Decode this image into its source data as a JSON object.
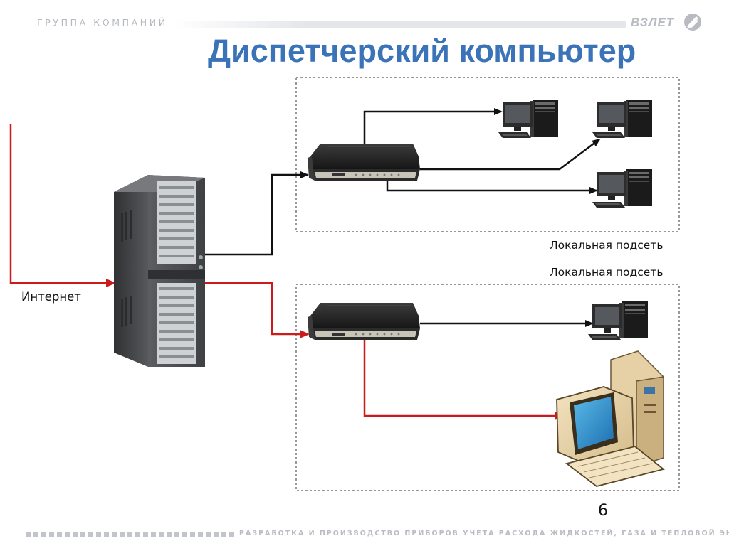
{
  "header": {
    "group_label": "ГРУППА КОМПАНИЙ",
    "brand": "ВЗЛЕТ"
  },
  "title": "Диспетчерский компьютер",
  "labels": {
    "internet": "Интернет",
    "subnet_top": "Локальная подсеть",
    "subnet_bottom": "Локальная подсеть"
  },
  "page_number": "6",
  "footer": {
    "text": "РАЗРАБОТКА И ПРОИЗВОДСТВО ПРИБОРОВ УЧЕТА РАСХОДА ЖИДКОСТЕЙ, ГАЗА И ТЕПЛОВОЙ ЭНЕРГИИ"
  },
  "colors": {
    "title": "#3a73b7",
    "internet_line": "#cc1b1b",
    "lan_line": "#111111",
    "header_gray": "#b5b9bf"
  },
  "icons": [
    "server-tower-icon",
    "router-icon",
    "desktop-computer-icon",
    "dispatcher-computer-icon",
    "brand-logo-icon"
  ]
}
